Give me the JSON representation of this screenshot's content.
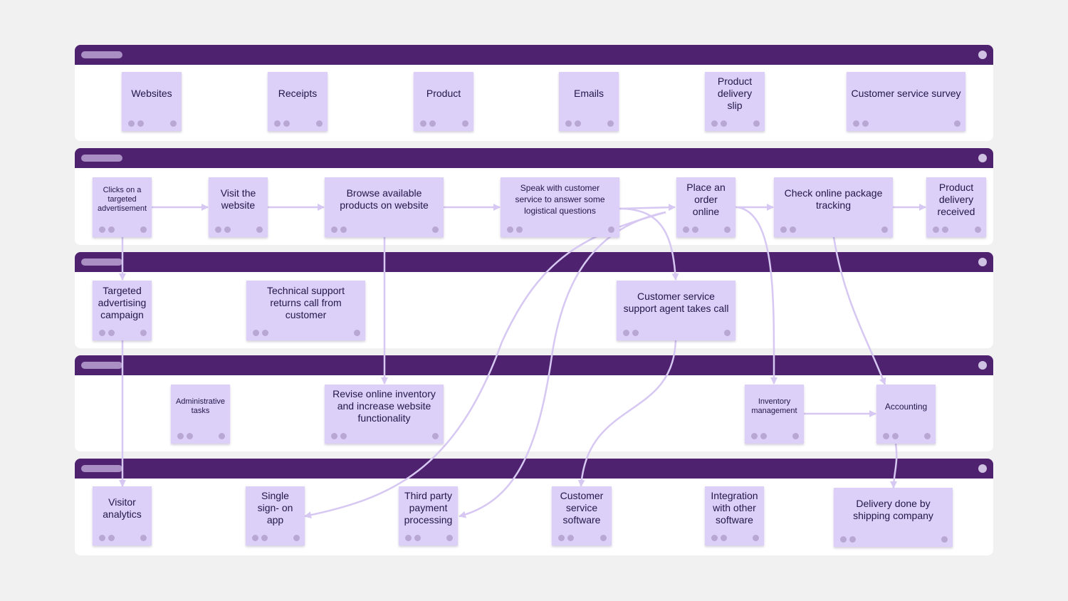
{
  "colors": {
    "background": "#f1f1f2",
    "lane_header": "#4f226f",
    "card": "#dccff8",
    "arrow": "#d6c8f2"
  },
  "lanes": [
    {
      "id": "lane-1",
      "cards": [
        {
          "id": "websites",
          "text": "Websites"
        },
        {
          "id": "receipts",
          "text": "Receipts"
        },
        {
          "id": "product",
          "text": "Product"
        },
        {
          "id": "emails",
          "text": "Emails"
        },
        {
          "id": "product-delivery-slip",
          "text": "Product\ndelivery\nslip"
        },
        {
          "id": "customer-service-survey",
          "text": "Customer service survey"
        }
      ]
    },
    {
      "id": "lane-2",
      "cards": [
        {
          "id": "clicks-ad",
          "text": "Clicks on a\ntargeted\nadvertisement"
        },
        {
          "id": "visit-website",
          "text": "Visit the\nwebsite"
        },
        {
          "id": "browse-products",
          "text": "Browse available\nproducts on website"
        },
        {
          "id": "speak-customer-service",
          "text": "Speak with customer\nservice to answer some\nlogistical questions"
        },
        {
          "id": "place-order",
          "text": "Place an\norder\nonline"
        },
        {
          "id": "check-tracking",
          "text": "Check online package\ntracking"
        },
        {
          "id": "product-received",
          "text": "Product\ndelivery\nreceived"
        }
      ]
    },
    {
      "id": "lane-3",
      "cards": [
        {
          "id": "targeted-campaign",
          "text": "Targeted\nadvertising\ncampaign"
        },
        {
          "id": "tech-support",
          "text": "Technical support\nreturns call from\ncustomer"
        },
        {
          "id": "agent-takes-call",
          "text": "Customer service\nsupport agent takes call"
        }
      ]
    },
    {
      "id": "lane-4",
      "cards": [
        {
          "id": "admin-tasks",
          "text": "Administrative\ntasks"
        },
        {
          "id": "revise-inventory",
          "text": "Revise online inventory\nand increase website\nfunctionality"
        },
        {
          "id": "inventory-management",
          "text": "Inventory\nmanagement"
        },
        {
          "id": "accounting",
          "text": "Accounting"
        }
      ]
    },
    {
      "id": "lane-5",
      "cards": [
        {
          "id": "visitor-analytics",
          "text": "Visitor\nanalytics"
        },
        {
          "id": "single-sign-on",
          "text": "Single\nsign- on\napp"
        },
        {
          "id": "third-party-payment",
          "text": "Third party\npayment\nprocessing"
        },
        {
          "id": "customer-service-software",
          "text": "Customer\nservice\nsoftware"
        },
        {
          "id": "integration-software",
          "text": "Integration\nwith other\nsoftware"
        },
        {
          "id": "delivery-shipping",
          "text": "Delivery done by\nshipping company"
        }
      ]
    }
  ],
  "connections": [
    {
      "from": "clicks-ad",
      "to": "visit-website"
    },
    {
      "from": "visit-website",
      "to": "browse-products"
    },
    {
      "from": "browse-products",
      "to": "speak-customer-service"
    },
    {
      "from": "speak-customer-service",
      "to": "place-order"
    },
    {
      "from": "place-order",
      "to": "check-tracking"
    },
    {
      "from": "check-tracking",
      "to": "product-received"
    },
    {
      "from": "clicks-ad",
      "to": "targeted-campaign"
    },
    {
      "from": "targeted-campaign",
      "to": "visitor-analytics"
    },
    {
      "from": "browse-products",
      "to": "revise-inventory"
    },
    {
      "from": "speak-customer-service",
      "to": "agent-takes-call"
    },
    {
      "from": "agent-takes-call",
      "to": "customer-service-software"
    },
    {
      "from": "place-order",
      "to": "inventory-management"
    },
    {
      "from": "inventory-management",
      "to": "accounting"
    },
    {
      "from": "check-tracking",
      "to": "accounting"
    },
    {
      "from": "accounting",
      "to": "delivery-shipping"
    },
    {
      "from": "place-order",
      "to": "single-sign-on"
    },
    {
      "from": "place-order",
      "to": "third-party-payment"
    }
  ]
}
